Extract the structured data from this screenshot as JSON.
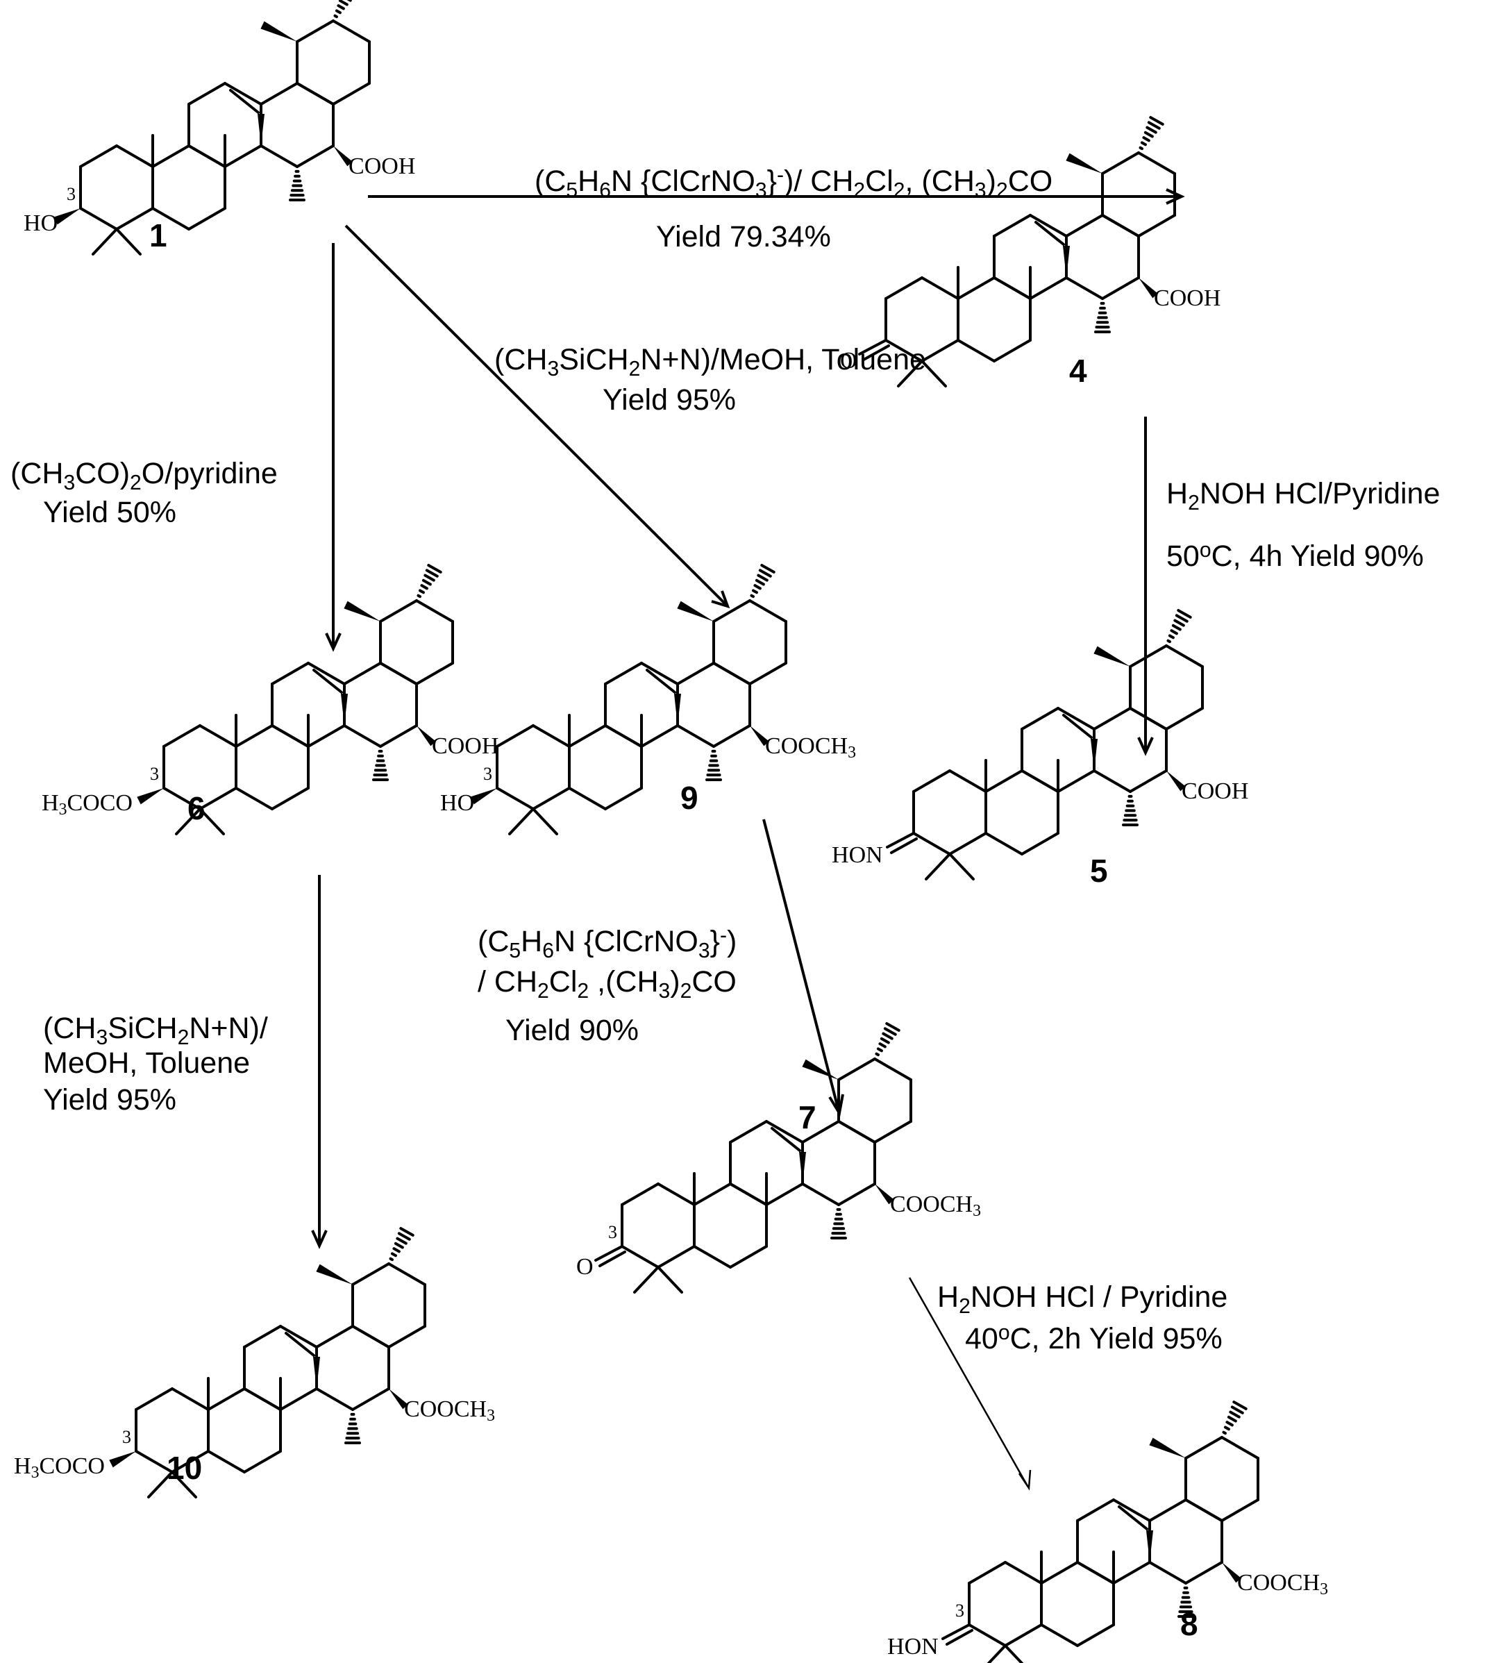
{
  "compounds": [
    {
      "id": "c1",
      "label": "1",
      "locant": "3",
      "substituent_c3": "HO",
      "substituent_c28": "COOH"
    },
    {
      "id": "c4",
      "label": "4",
      "locant": "",
      "substituent_c3": "O",
      "substituent_c28": "COOH"
    },
    {
      "id": "c5",
      "label": "5",
      "locant": "",
      "substituent_c3": "HON",
      "substituent_c28": "COOH"
    },
    {
      "id": "c6",
      "label": "6",
      "locant": "3",
      "substituent_c3": "H3COCO",
      "substituent_c28": "COOH"
    },
    {
      "id": "c9",
      "label": "9",
      "locant": "3",
      "substituent_c3": "HO",
      "substituent_c28": "COOCH3"
    },
    {
      "id": "c7",
      "label": "7",
      "locant": "3",
      "substituent_c3": "O",
      "substituent_c28": "COOCH3"
    },
    {
      "id": "c10",
      "label": "10",
      "locant": "3",
      "substituent_c3": "H3COCO",
      "substituent_c28": "COOCH3"
    },
    {
      "id": "c8",
      "label": "8",
      "locant": "3",
      "substituent_c3": "HON",
      "substituent_c28": "COOCH3"
    }
  ],
  "reactions": [
    {
      "id": "r1_4",
      "from": "1",
      "to": "4",
      "reagents": "(C5H6N {ClCrNO3}-)/ CH2Cl2, (CH3)2CO",
      "yield": "Yield 79.34%"
    },
    {
      "id": "r1_9",
      "from": "1",
      "to": "9",
      "reagents": "(CH3SiCH2N+N)/MeOH, Toluene",
      "yield": "Yield 95%"
    },
    {
      "id": "r1_6",
      "from": "1",
      "to": "6",
      "reagents": "(CH3CO)2O/pyridine",
      "yield": "Yield 50%"
    },
    {
      "id": "r4_5",
      "from": "4",
      "to": "5",
      "reagents": "H2NOH HCl/Pyridine",
      "conditions": "50oC, 4h Yield 90%"
    },
    {
      "id": "r9_7",
      "from": "9",
      "to": "7",
      "reagents_line1": "(C5H6N {ClCrNO3}-)",
      "reagents_line2": "/ CH2Cl2 ,(CH3)2CO",
      "yield": "Yield 90%"
    },
    {
      "id": "r6_10",
      "from": "6",
      "to": "10",
      "reagents_line1": "(CH3SiCH2N+N)/",
      "reagents_line2": "MeOH, Toluene",
      "yield": "Yield 95%"
    },
    {
      "id": "r7_8",
      "from": "7",
      "to": "8",
      "reagents": "H2NOH HCl / Pyridine",
      "conditions": "40oC, 2h Yield 95%"
    }
  ]
}
